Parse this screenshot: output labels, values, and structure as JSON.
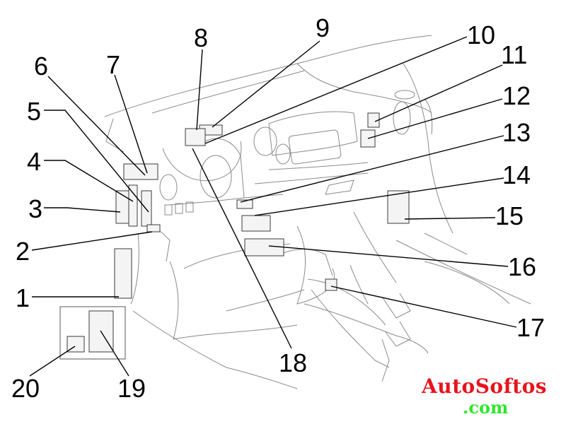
{
  "diagram": {
    "title": "Interior ECU / relay locations (instrument panel, left-hand drive)",
    "callouts": [
      "1",
      "2",
      "3",
      "4",
      "5",
      "6",
      "7",
      "8",
      "9",
      "10",
      "11",
      "12",
      "13",
      "14",
      "15",
      "16",
      "17",
      "18",
      "19",
      "20"
    ]
  },
  "watermark": {
    "line1": "AutoSoftos",
    "line2": ".com",
    "line1_color": "#e8141c",
    "line2_color": "#2ee62e"
  }
}
